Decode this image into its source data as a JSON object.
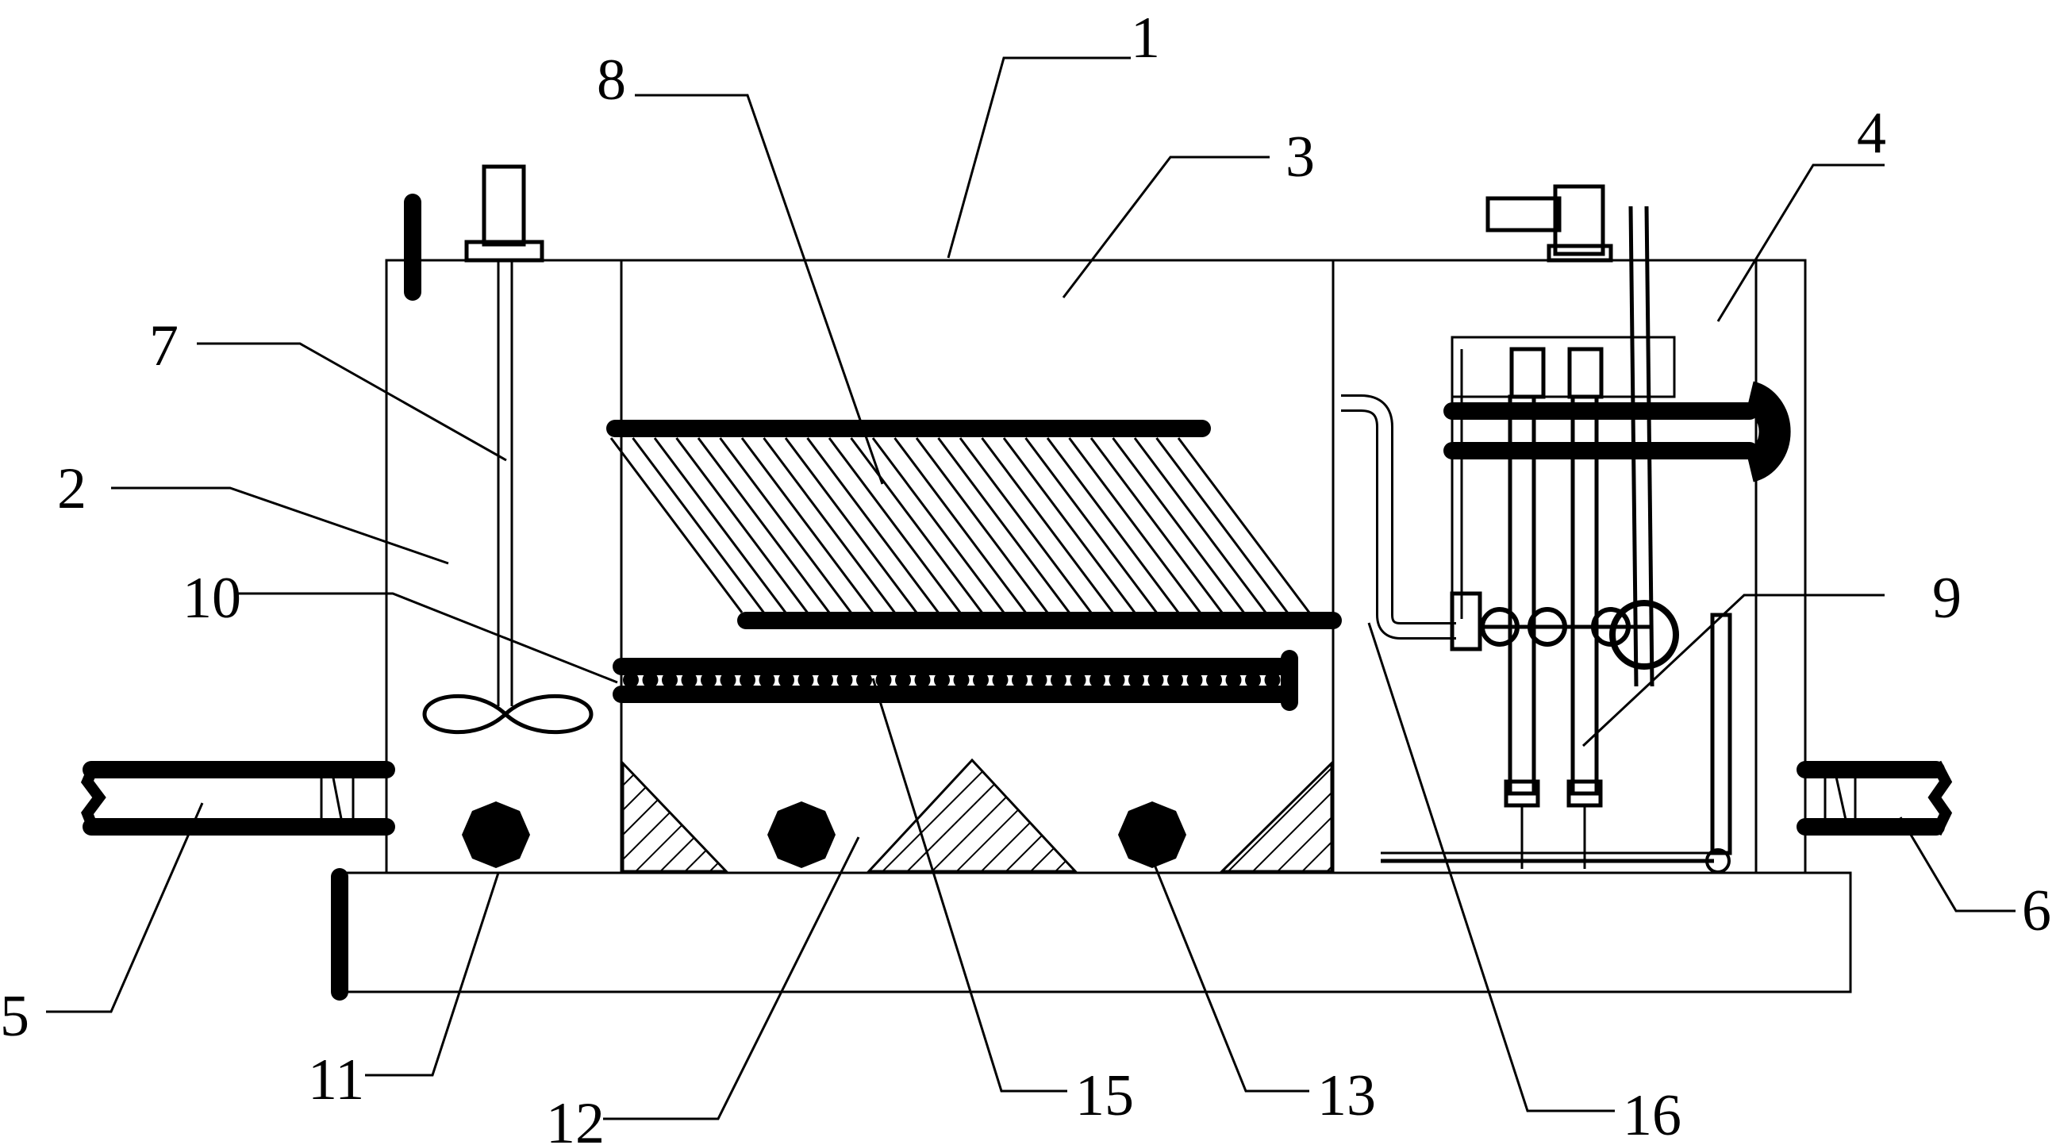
{
  "figure": {
    "labels": {
      "l1": "1",
      "l2": "2",
      "l3": "3",
      "l4": "4",
      "l5": "5",
      "l6": "6",
      "l7": "7",
      "l8": "8",
      "l9": "9",
      "l10": "10",
      "l11": "11",
      "l12": "12",
      "l13": "13",
      "l15": "15",
      "l16": "16"
    }
  }
}
